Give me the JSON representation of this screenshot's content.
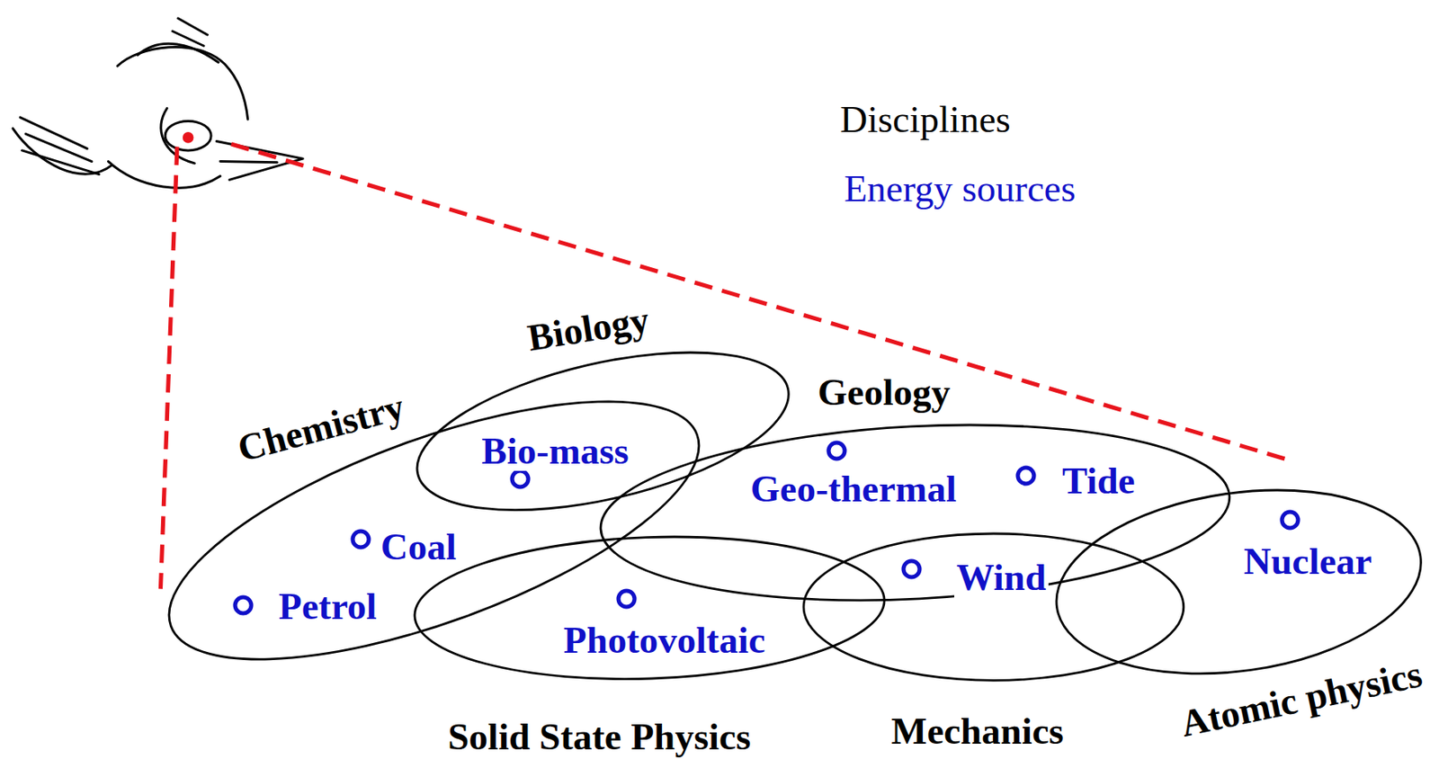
{
  "diagram": {
    "nodes": [
      {
        "text": [
          "Biology"
        ]
      },
      {
        "text": [
          "Chemistry"
        ]
      },
      {
        "text": [
          "Geology"
        ]
      },
      {
        "text": [
          "Solid State Physics"
        ]
      },
      {
        "text": [
          "Mechanics"
        ]
      },
      {
        "text": [
          "Atomic physics"
        ]
      },
      {
        "text": [
          "Bio-mass"
        ],
        "in": 0
      },
      {
        "text": [
          "Geo-thermal"
        ],
        "in": 2
      },
      {
        "text": [
          "Tide"
        ],
        "in": 2
      },
      {
        "text": [
          "Coal"
        ],
        "in": 1
      },
      {
        "text": [
          "Wind"
        ],
        "in": 4
      },
      {
        "text": [
          "Nuclear"
        ],
        "in": 5
      },
      {
        "text": [
          "Petrol"
        ],
        "in": 1
      },
      {
        "text": [
          "Photovoltaic"
        ],
        "in": 3
      }
    ],
    "labels": [
      "Disciplines",
      "Energy sources"
    ]
  }
}
